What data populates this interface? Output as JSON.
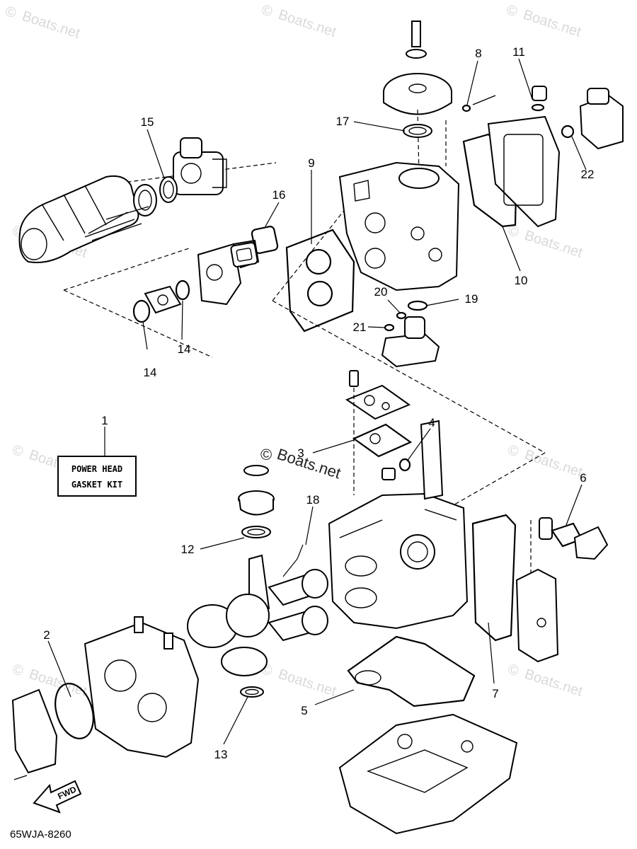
{
  "watermarks": {
    "copyright_symbol": "©",
    "site": "Boats.net"
  },
  "kit_label": {
    "line1": "POWER HEAD",
    "line2": "GASKET KIT"
  },
  "forward_arrow_label": "FWD",
  "diagram_code": "65WJA-8260",
  "callouts": {
    "c1": "1",
    "c2": "2",
    "c3": "3",
    "c4": "4",
    "c5": "5",
    "c6": "6",
    "c7": "7",
    "c8": "8",
    "c9": "9",
    "c10": "10",
    "c11": "11",
    "c12": "12",
    "c13": "13",
    "c14a": "14",
    "c14b": "14",
    "c15": "15",
    "c16": "16",
    "c17": "17",
    "c18": "18",
    "c19": "19",
    "c20": "20",
    "c21": "21",
    "c22": "22"
  }
}
